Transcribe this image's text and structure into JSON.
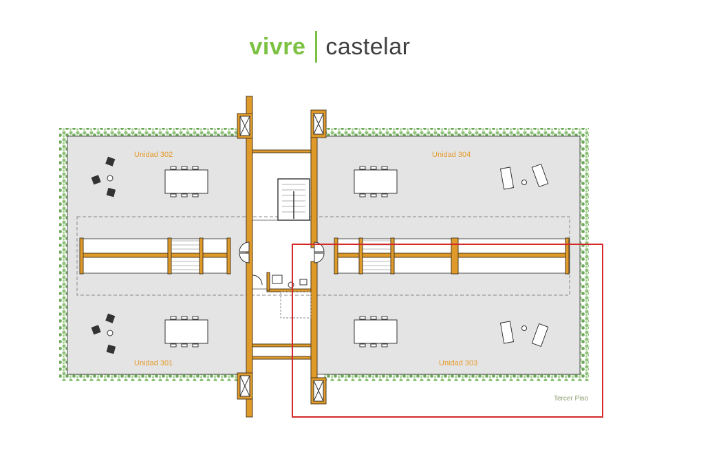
{
  "brand": {
    "name_bold": "vivre",
    "name_light": "castelar",
    "accent_color": "#7dc142",
    "separator_color": "#7dc142"
  },
  "plan": {
    "units": [
      {
        "id": "302",
        "label": "Unidad 302"
      },
      {
        "id": "304",
        "label": "Unidad 304"
      },
      {
        "id": "301",
        "label": "Unidad 301"
      },
      {
        "id": "303",
        "label": "Unidad 303"
      }
    ],
    "floor_label": "Tercer Piso",
    "colors": {
      "wall": "#e09a2a",
      "wall_outline": "#4a3a20",
      "floor": "#e4e4e4",
      "greenery": "#7cb56a",
      "label": "#e59a2a",
      "floor_label": "#8a9a6a",
      "highlight": "#d62828"
    }
  }
}
